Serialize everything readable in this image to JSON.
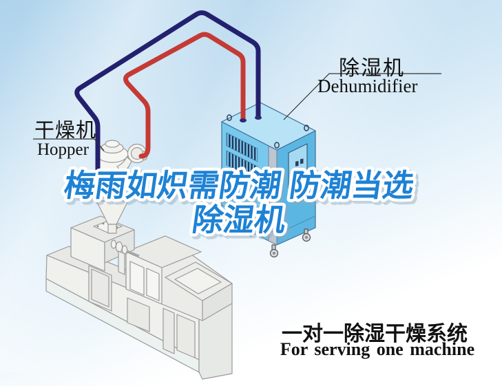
{
  "headline": {
    "line1": "梅雨如炽需防潮 防潮当选",
    "line2": "除湿机",
    "color": "#1e82d4"
  },
  "labels": {
    "hopper": {
      "cn": "干燥机",
      "en": "Hopper"
    },
    "dehumidifier": {
      "cn": "除湿机",
      "en": "Dehumidifier"
    }
  },
  "footer": {
    "cn": "一对一除湿干燥系统",
    "en": "For serving one machine"
  },
  "colors": {
    "sky": "#aed3ec",
    "pipe_return_navy": "#23206e",
    "pipe_supply_red": "#c53a34",
    "dehumidifier_top": "#b8e2f6",
    "dehumidifier_front": "#79c9ee",
    "dehumidifier_side": "#5cb6e2",
    "headline_blue": "#1e82d4"
  }
}
